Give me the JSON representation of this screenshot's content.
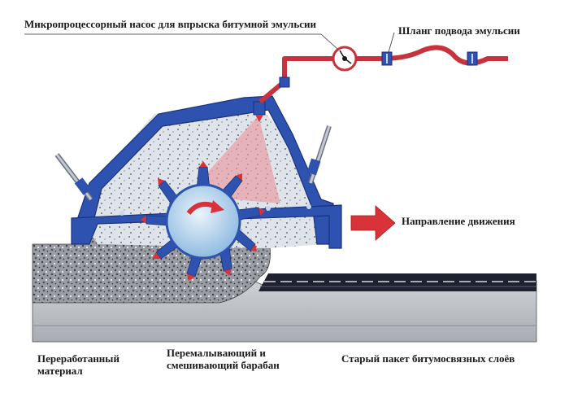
{
  "labels": {
    "pump": "Микропроцессорный насос для впрыска битумной эмульсии",
    "hose": "Шланг подвода эмульсии",
    "direction": "Направление движения",
    "processed_line1": "Переработанный",
    "processed_line2": "материал",
    "drum_line1": "Перемалывающий и",
    "drum_line2": "смешивающий барабан",
    "old_layers": "Старый пакет битумосвязных слоёв"
  },
  "colors": {
    "hose": "#c8323c",
    "housing": "#2d52b0",
    "drum": "#a8cdea",
    "teeth": "#d8323a",
    "road_dark": "#1e2230",
    "road_base": "#bfc3c9",
    "arrow": "#d9333a"
  }
}
